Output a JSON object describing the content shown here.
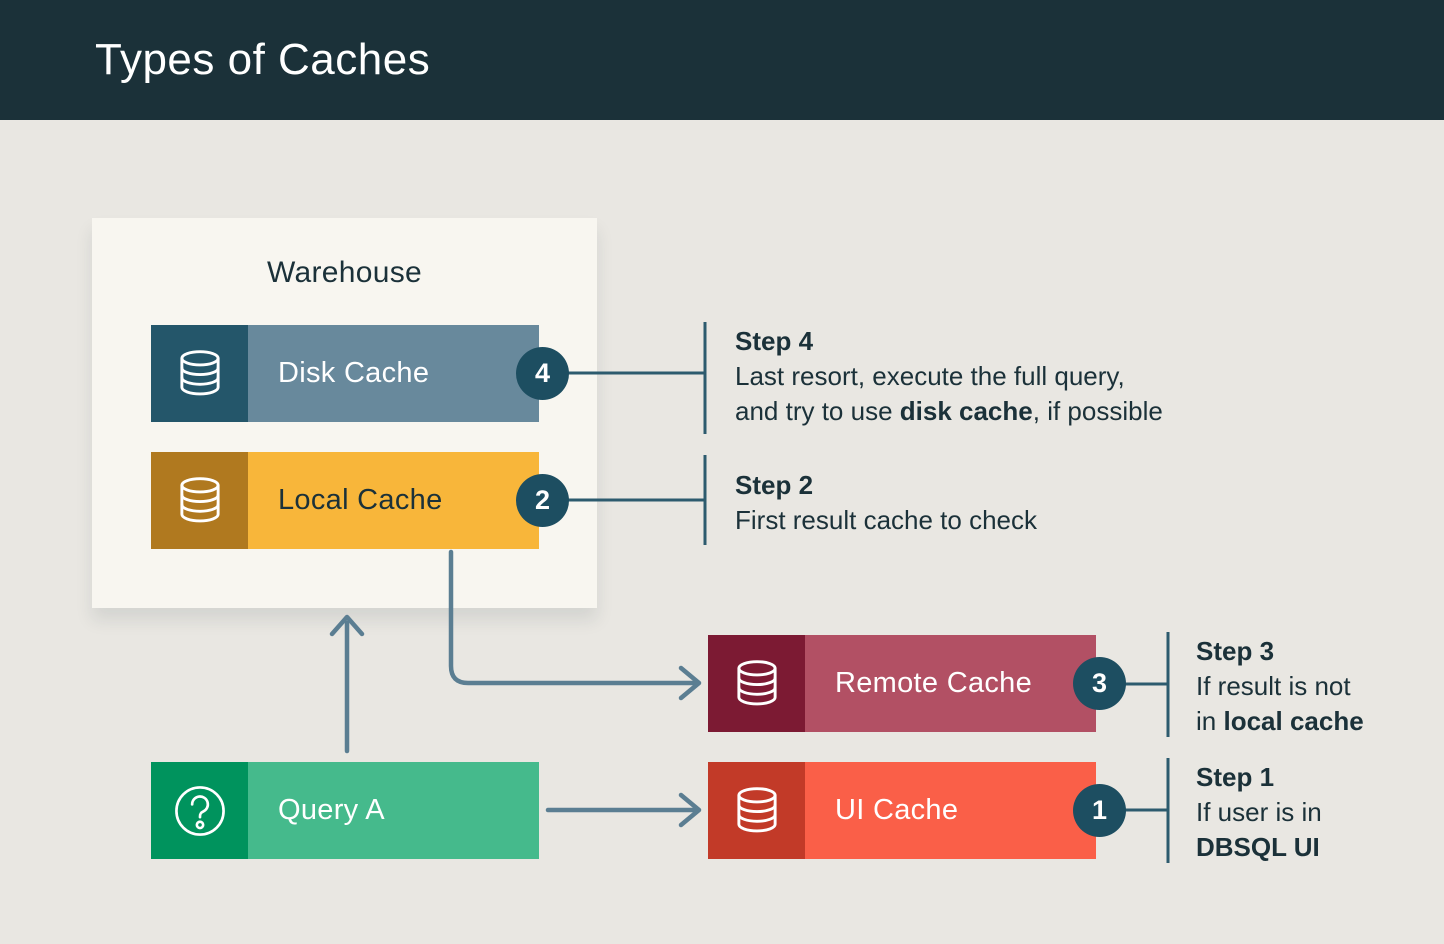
{
  "header": {
    "title": "Types of Caches"
  },
  "warehouse": {
    "title": "Warehouse"
  },
  "nodes": {
    "disk": {
      "label": "Disk Cache",
      "badge": "4",
      "icon": "database-icon",
      "icon_bg": "#24566a",
      "bar_bg": "#68899c",
      "label_color": "#ffffff"
    },
    "local": {
      "label": "Local Cache",
      "badge": "2",
      "icon": "database-icon",
      "icon_bg": "#b0791f",
      "bar_bg": "#f8b63a",
      "label_color": "#1b3139"
    },
    "remote": {
      "label": "Remote Cache",
      "badge": "3",
      "icon": "database-icon",
      "icon_bg": "#7c1a33",
      "bar_bg": "#b25064",
      "label_color": "#ffffff"
    },
    "ui": {
      "label": "UI Cache",
      "badge": "1",
      "icon": "database-icon",
      "icon_bg": "#c23a28",
      "bar_bg": "#fa5f48",
      "label_color": "#ffffff"
    },
    "query": {
      "label": "Query A",
      "icon": "question-mark-icon",
      "icon_bg": "#00935d",
      "bar_bg": "#45ba8c",
      "label_color": "#ffffff"
    }
  },
  "steps": {
    "step4": {
      "title": "Step 4",
      "l1_pre": "Last resort, execute the full query,",
      "l1_bold": "",
      "l1_post": "",
      "l2_pre": "and try to use ",
      "l2_bold": "disk cache",
      "l2_post": ", if possible"
    },
    "step2": {
      "title": "Step 2",
      "l1_pre": "First result cache to check",
      "l1_bold": "",
      "l1_post": "",
      "l2_pre": "",
      "l2_bold": "",
      "l2_post": ""
    },
    "step3": {
      "title": "Step 3",
      "l1_pre": "If result is not",
      "l1_bold": "",
      "l1_post": "",
      "l2_pre": "in ",
      "l2_bold": "local cache",
      "l2_post": ""
    },
    "step1": {
      "title": "Step 1",
      "l1_pre": "If user is in",
      "l1_bold": "",
      "l1_post": "",
      "l2_pre": "",
      "l2_bold": "DBSQL UI",
      "l2_post": ""
    }
  },
  "colors": {
    "header_bg": "#1b3139",
    "page_bg": "#e9e7e2",
    "card_bg": "#f8f6f0",
    "text_dark": "#1b3139",
    "badge_bg": "#1d4e61",
    "flow_arrow": "#5b7e92",
    "note_line": "#2d5b6e"
  }
}
